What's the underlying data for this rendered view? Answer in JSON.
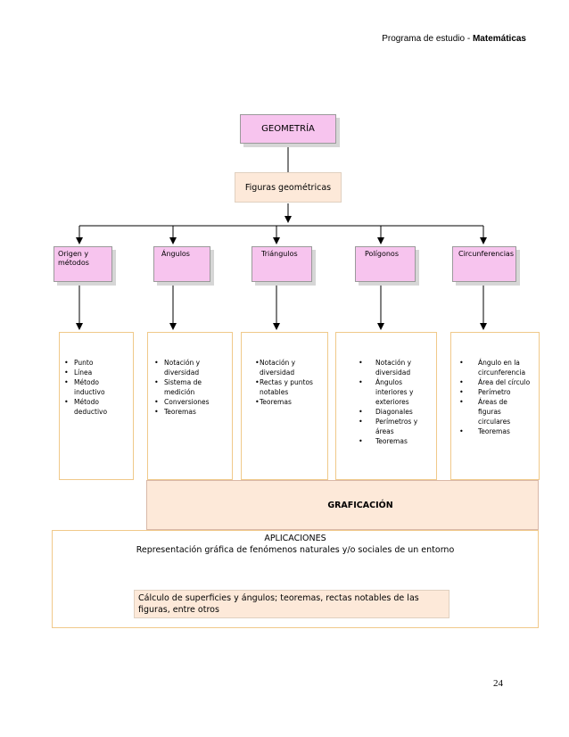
{
  "header": {
    "prefix": "Programa de estudio - ",
    "subject": "Matemáticas"
  },
  "root": {
    "label": "GEOMETRÍA"
  },
  "subtitle": {
    "label": "Figuras geométricas"
  },
  "categories": [
    {
      "label": "Origen y métodos"
    },
    {
      "label": "Ángulos"
    },
    {
      "label": "Triángulos"
    },
    {
      "label": "Polígonos"
    },
    {
      "label": "Circunferencias"
    }
  ],
  "details": [
    {
      "items": [
        "Punto",
        "Línea",
        "Método inductivo",
        "Método deductivo"
      ]
    },
    {
      "items": [
        "Notación y diversidad",
        "Sistema de medición",
        "Conversiones",
        "Teoremas"
      ]
    },
    {
      "items": [
        "Notación y diversidad",
        "Rectas y puntos notables",
        "Teoremas"
      ]
    },
    {
      "items": [
        "Notación y diversidad",
        "Ángulos interiores y exteriores",
        "Diagonales",
        "Perímetros y áreas",
        "Teoremas"
      ]
    },
    {
      "items": [
        "Ángulo en la circunferencia",
        "Área del círculo",
        "Perímetro",
        "Áreas de figuras circulares",
        "Teoremas"
      ]
    }
  ],
  "graficacion": {
    "label": "GRAFICACIÓN"
  },
  "aplicaciones": {
    "title": "APLICACIONES",
    "description": "Representación gráfica de fenómenos naturales y/o sociales de un entorno",
    "note": "Cálculo de superficies y ángulos; teoremas, rectas notables de las figuras, entre otros"
  },
  "page_number": "24",
  "colors": {
    "pink": "#f7c4ee",
    "peach": "#fde9d9",
    "border_orange": "#f0c98a"
  }
}
